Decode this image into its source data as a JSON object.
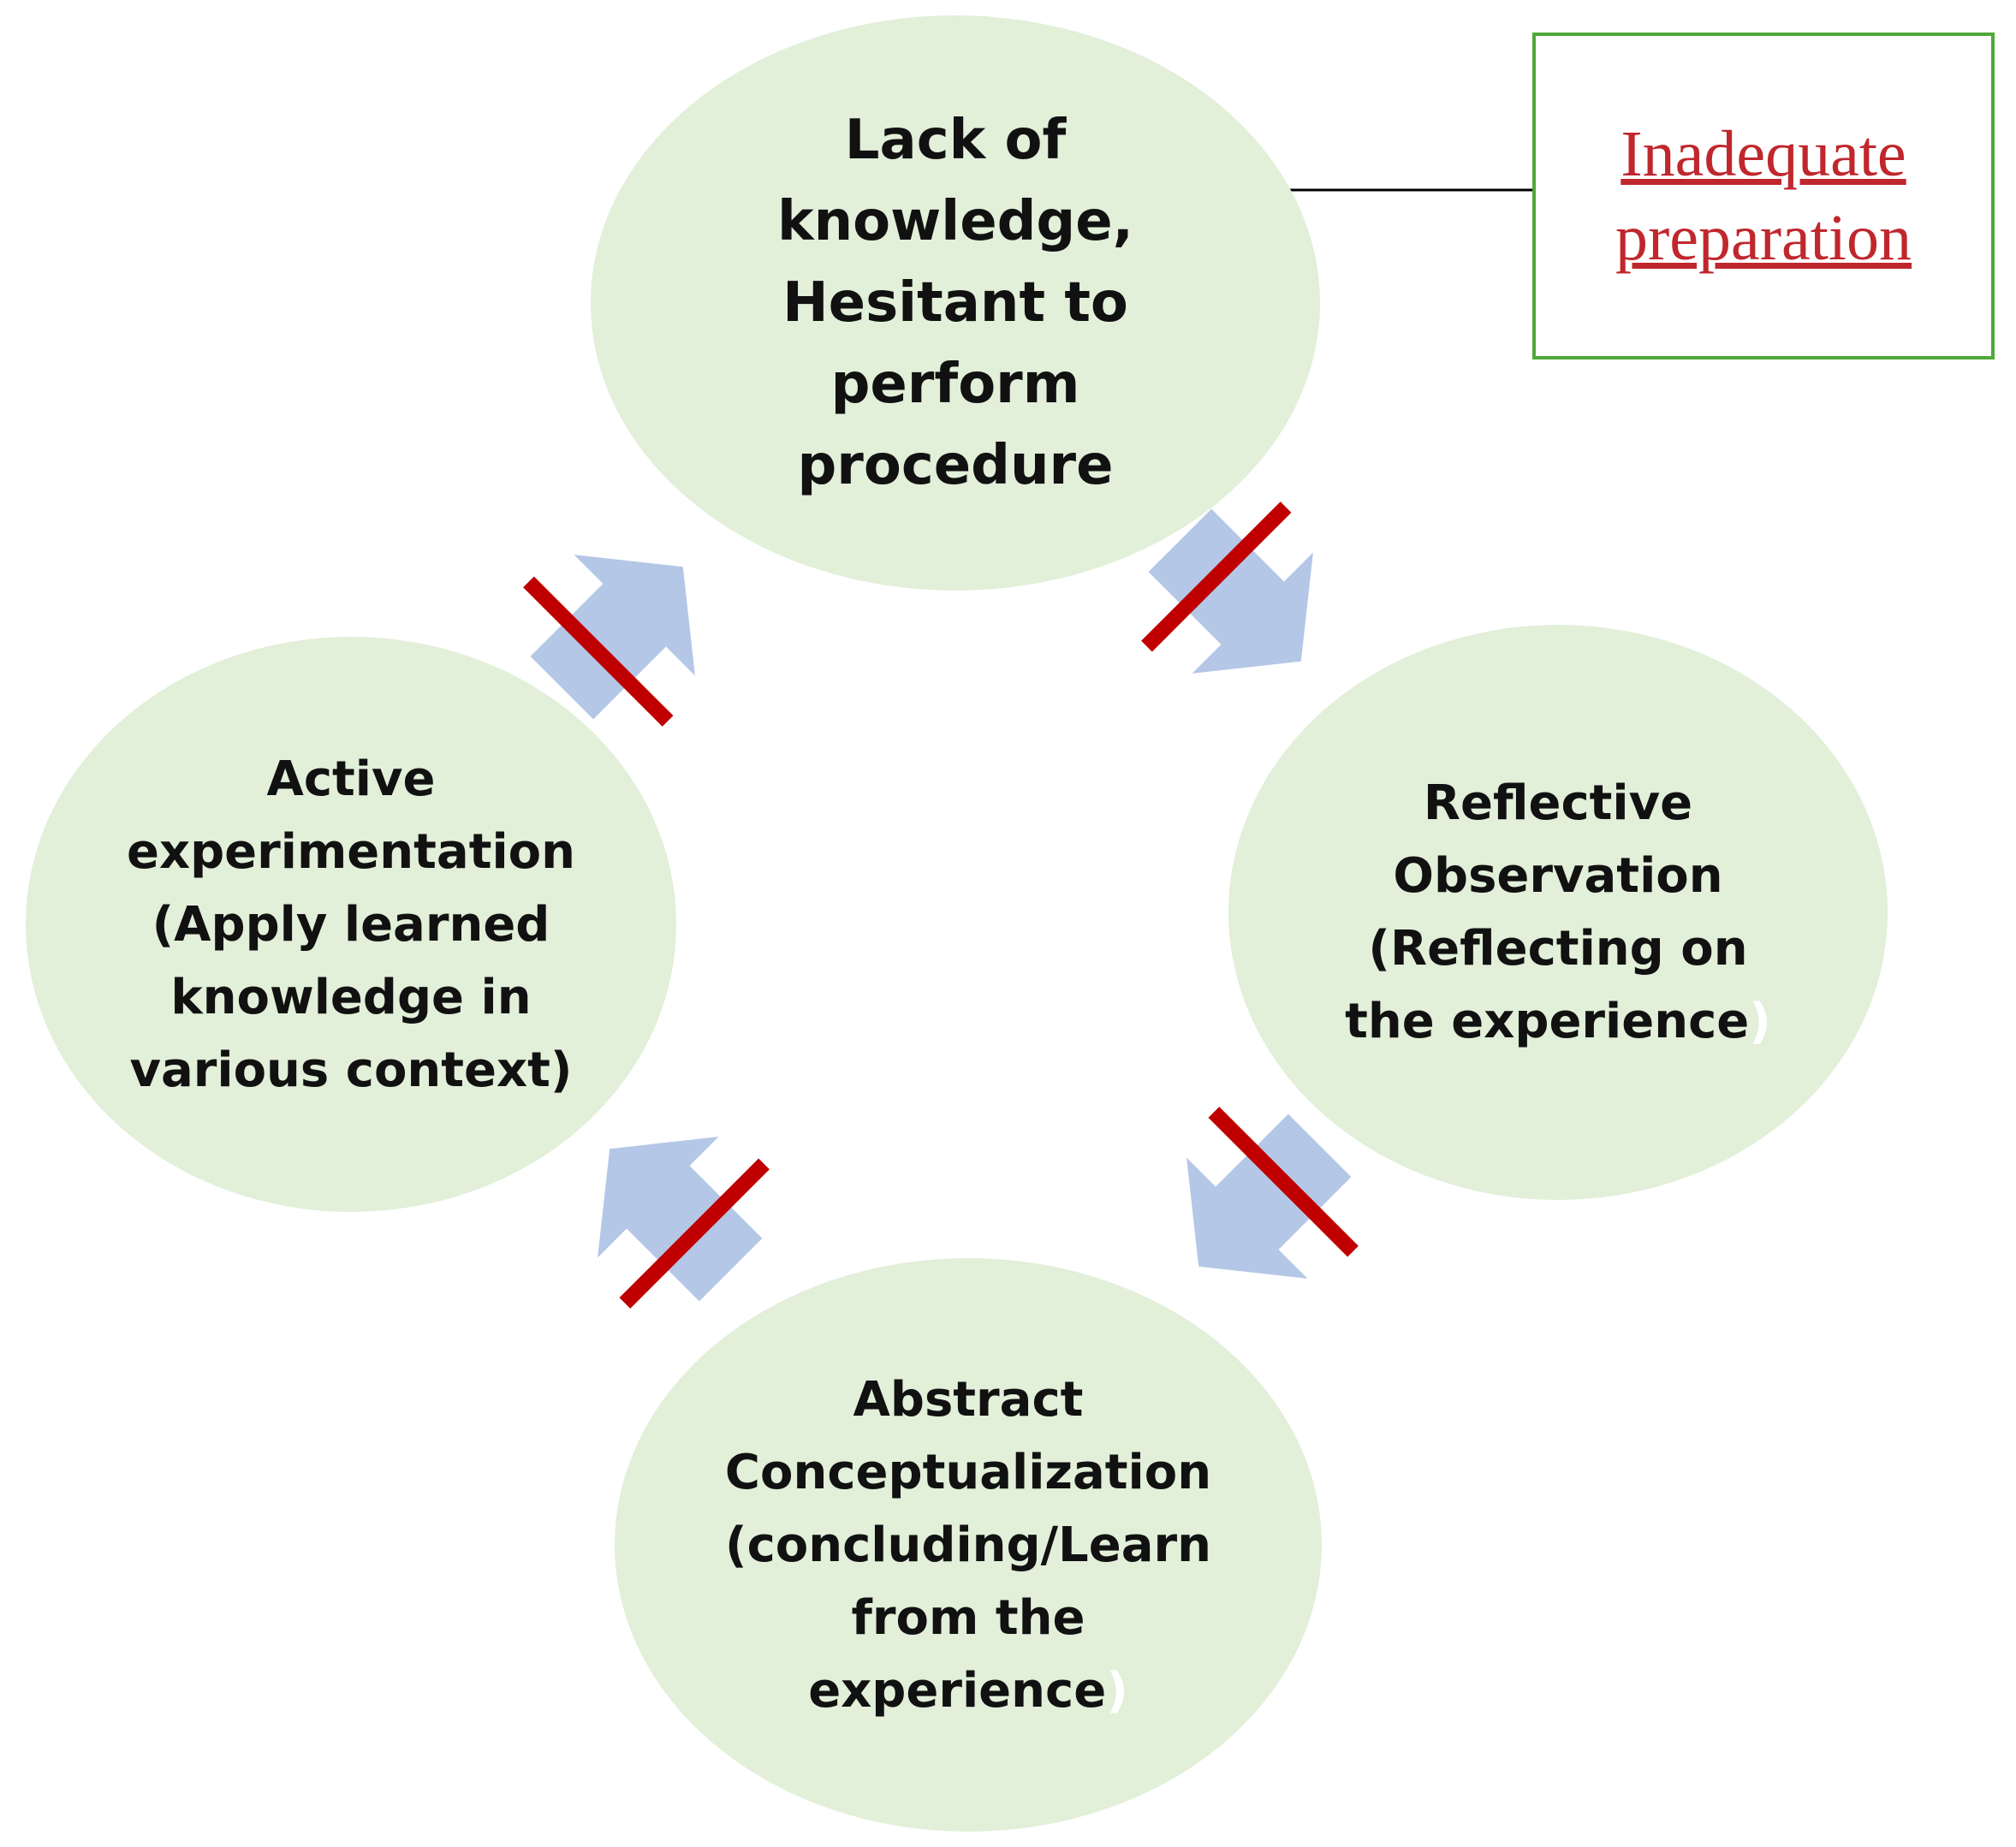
{
  "colors": {
    "node_fill": "#e2efd9",
    "cycle_arrow": "#b4c7e7",
    "block_bar": "#c00000",
    "cause_border": "#4ea838",
    "cause_text": "#c0272d"
  },
  "nodes": {
    "top": {
      "lines": [
        "Lack of",
        "knowledge,",
        "Hesitant to",
        "perform",
        "procedure"
      ]
    },
    "right": {
      "lines": [
        "Reflective",
        "Observation",
        "(Reflecting on",
        "the experience"
      ],
      "trailing": ")"
    },
    "bottom": {
      "lines": [
        "Abstract",
        "Conceptualization",
        "(concluding/Learn",
        "from the",
        "experience"
      ],
      "trailing": ")"
    },
    "left": {
      "lines": [
        "Active",
        "experimentation",
        "(Apply  learned",
        "knowledge in",
        "various context)"
      ]
    }
  },
  "cause": {
    "lines": [
      "Inadequate",
      "preparation"
    ]
  },
  "connections": [
    {
      "from": "left",
      "to": "top",
      "blocked": true
    },
    {
      "from": "top",
      "to": "right",
      "blocked": true
    },
    {
      "from": "right",
      "to": "bottom",
      "blocked": true
    },
    {
      "from": "bottom",
      "to": "left",
      "blocked": true
    },
    {
      "from": "cause",
      "to": "top",
      "blocked": false
    }
  ]
}
